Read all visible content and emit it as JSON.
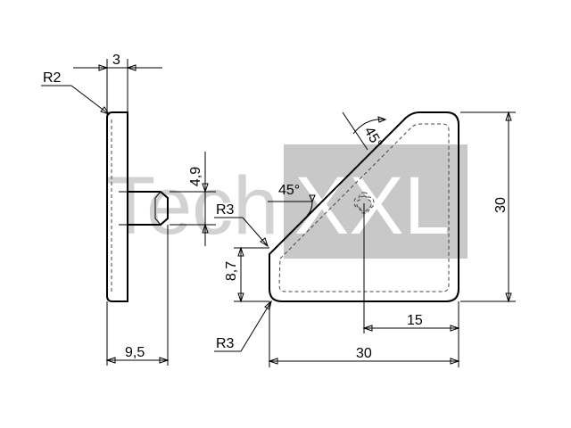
{
  "watermark": {
    "part1": "Tech",
    "part2": "XXL",
    "panel_color": "#c8c8c8",
    "text_color": "#d2d2d2"
  },
  "dimensions": {
    "r2": "R2",
    "thickness": "3",
    "pin_height": "4,9",
    "side_depth": "9,5",
    "r3_top": "R3",
    "angle_inner": "45°",
    "angle_top": "45°",
    "height_left": "8,7",
    "r3_bottom": "R3",
    "center_offset": "15",
    "width": "30",
    "height": "30"
  }
}
